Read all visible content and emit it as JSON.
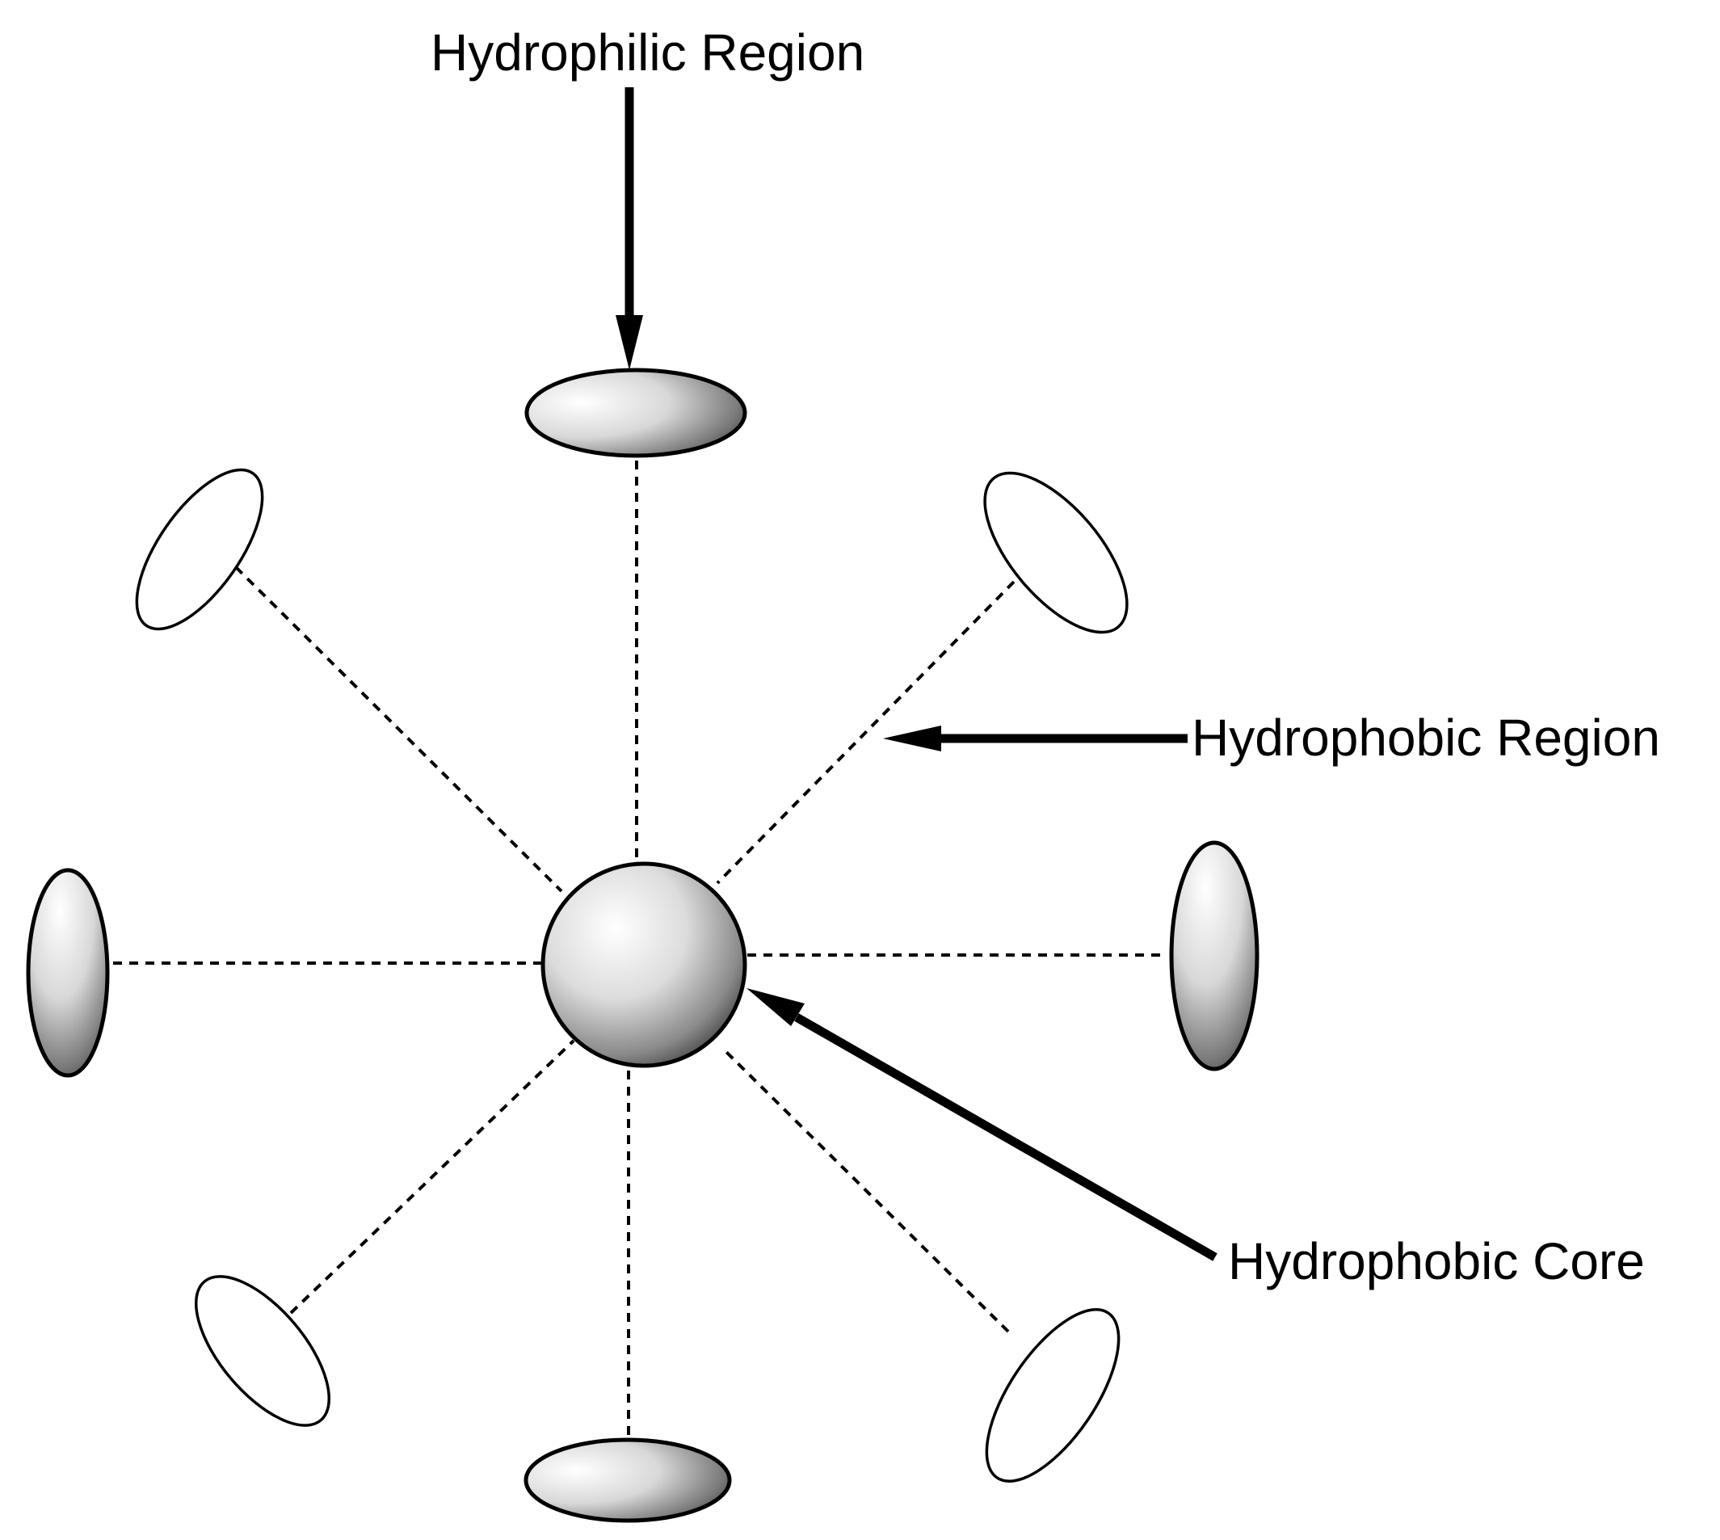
{
  "labels": {
    "hydrophilic": "Hydrophilic Region",
    "hydrophobic_region": "Hydrophobic Region",
    "hydrophobic_core": "Hydrophobic Core"
  },
  "colors": {
    "stroke": "#000000",
    "shade_light": "#ffffff",
    "shade_dark": "#3a3a3a",
    "background": "#ffffff"
  }
}
